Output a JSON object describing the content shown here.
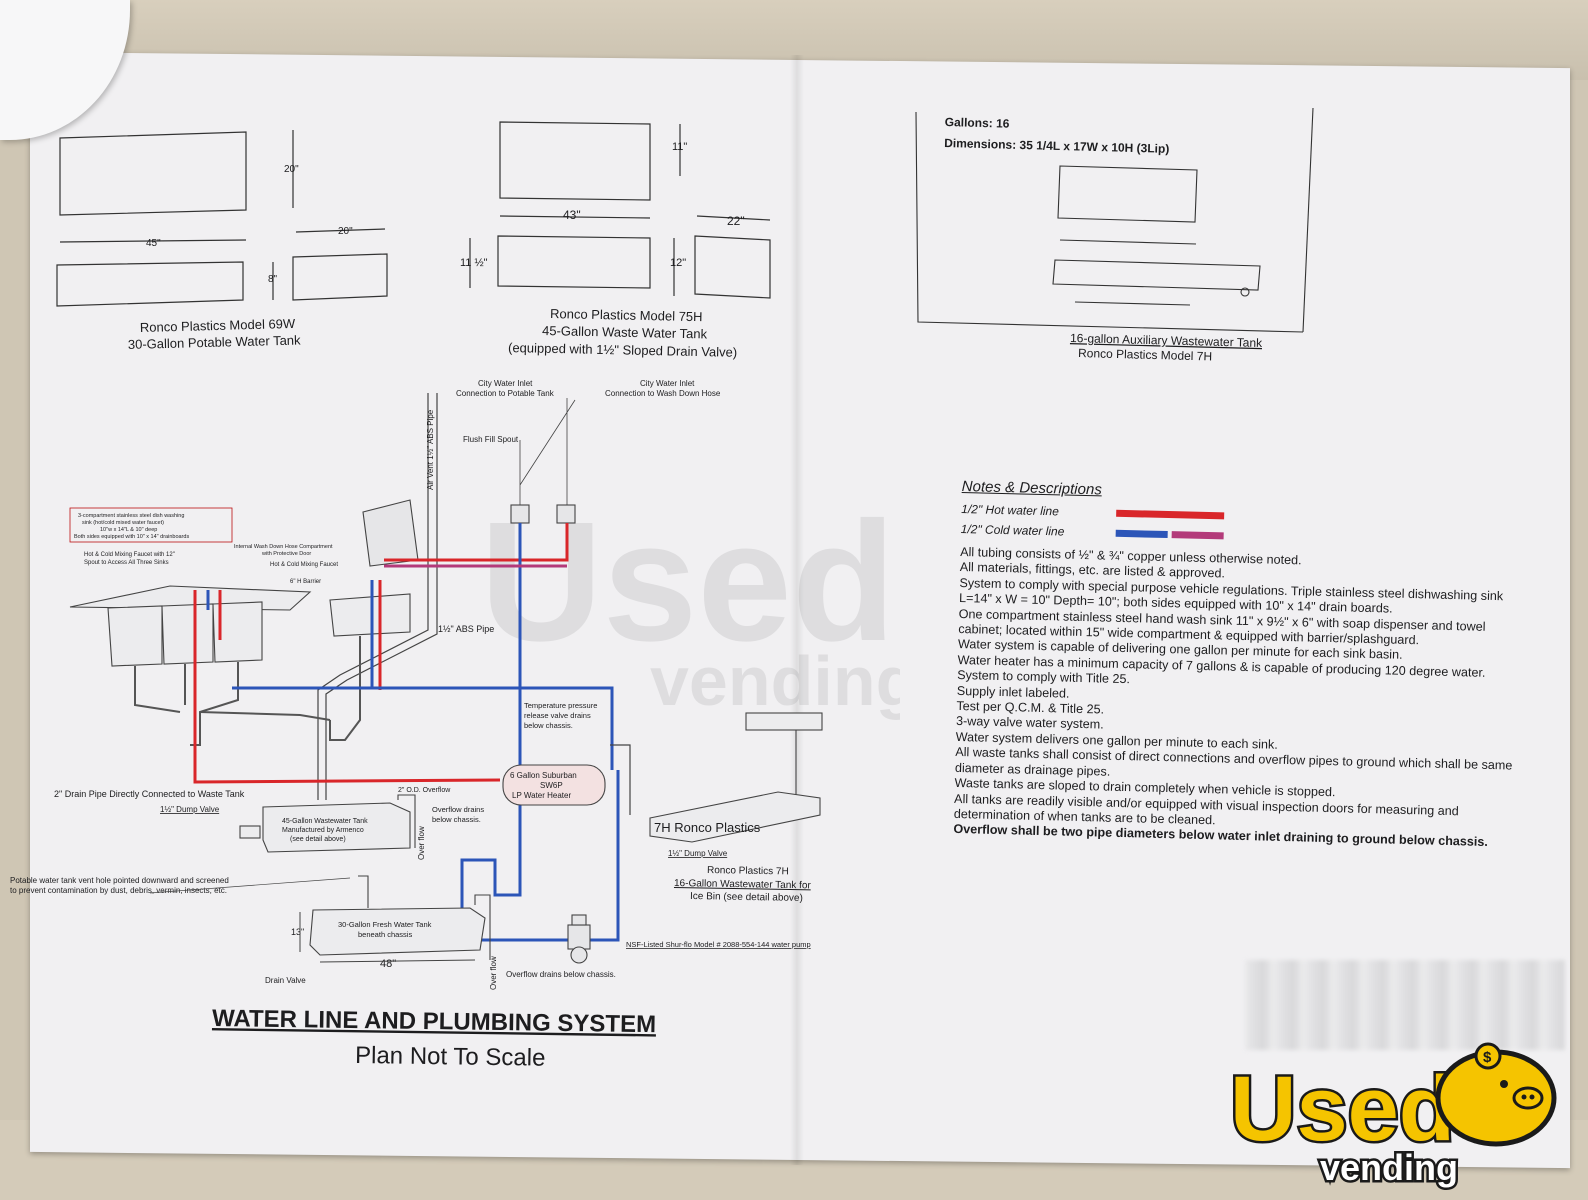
{
  "tanks": {
    "t69w": {
      "name": "Ronco Plastics Model 69W",
      "desc": "30-Gallon Potable Water Tank",
      "dim_h": "20\"",
      "dim_l": "45\"",
      "dim_w": "20\"",
      "dim_d": "8\""
    },
    "t75h": {
      "name": "Ronco Plastics Model 75H",
      "desc": "45-Gallon Waste Water Tank",
      "note": "(equipped with 1½\" Sloped Drain Valve)",
      "dim_a": "11\"",
      "dim_l": "43\"",
      "dim_w": "22\"",
      "dim_h1": "11 ½\"",
      "dim_h2": "12\""
    },
    "t7h": {
      "gallons": "Gallons: 16",
      "dimensions": "Dimensions: 35 1/4L x 17W x 10H (3Lip)",
      "desc": "16-gallon Auxiliary Wastewater Tank",
      "name": "Ronco Plastics Model 7H"
    }
  },
  "diagram": {
    "title": "WATER LINE AND PLUMBING SYSTEM",
    "subtitle": "Plan Not To Scale",
    "labels": {
      "air_vent": "Air Vent 1½\" ABS Pipe",
      "city_inlet_potable_1": "City Water Inlet",
      "city_inlet_potable_2": "Connection to Potable Tank",
      "city_inlet_wash_1": "City Water Inlet",
      "city_inlet_wash_2": "Connection to Wash Down Hose",
      "flush_fill": "Flush Fill Spout",
      "sink_note_1": "3-compartment stainless steel dish washing",
      "sink_note_2": "sink (hot/cold mixed water faucet)",
      "sink_note_3": "10\"w x 14\"L & 10\" deep",
      "sink_note_4": "Both sides equipped with 10\" x 14\" drainboards",
      "hose_comp_1": "Internal Wash Down Hose Compartment",
      "hose_comp_2": "with Protective Door",
      "faucet_1": "Hot & Cold Mixing Faucet with 12\"",
      "faucet_2": "Spout to Access All Three Sinks",
      "faucet_3": "Hot & Cold Mixing Faucet",
      "barrier": "6\" H Barrier",
      "abs_pipe": "1½\" ABS Pipe",
      "drain_pipe": "2\" Drain Pipe Directly Connected to Waste Tank",
      "od_overflow": "2\" O.D. Overflow",
      "dump_valve": "1½\" Dump Valve",
      "waste_tank_1": "45-Gallon Wastewater Tank",
      "waste_tank_2": "Manufactured by Armenco",
      "waste_tank_3": "(see detail above)",
      "overflow_drains_1": "Overflow drains",
      "overflow_drains_2": "below chassis.",
      "over_flow": "Over flow",
      "temp_valve_1": "Temperature pressure",
      "temp_valve_2": "release valve drains",
      "temp_valve_3": "below chassis.",
      "heater_1": "6 Gallon Suburban",
      "heater_2": "SW6P",
      "heater_3": "LP Water Heater",
      "vent_hole_1": "Potable water tank vent hole pointed downward and screened",
      "vent_hole_2": "to prevent contamination by dust, debris, vermin, insects, etc.",
      "fresh_tank_1": "30-Gallon Fresh Water Tank",
      "fresh_tank_2": "beneath chassis",
      "dim_13": "13\"",
      "dim_48": "48\"",
      "drain_valve": "Drain Valve",
      "over_flow_2": "Over flow",
      "overflow_below": "Overflow drains below chassis.",
      "pump": "NSF-Listed Shur-flo Model # 2088-554-144 water pump",
      "ice_bin_label": "7H Ronco Plastics",
      "ice_dump": "1½\" Dump Valve",
      "ice_tank_1": "Ronco Plastics 7H",
      "ice_tank_2": "16-Gallon Wastewater Tank for",
      "ice_tank_3": "Ice Bin (see detail above)"
    }
  },
  "notes": {
    "title": "Notes & Descriptions",
    "legend": [
      {
        "label": "1/2\" Hot water line",
        "colors": [
          "#d9262a"
        ]
      },
      {
        "label": "1/2\" Cold water line",
        "colors": [
          "#2c55b8",
          "#b33a7a"
        ]
      }
    ],
    "items": [
      "All tubing consists of ½\" & ¾\" copper unless otherwise noted.",
      "All materials, fittings, etc. are listed & approved.",
      "System to comply with special purpose vehicle regulations. Triple stainless steel dishwashing sink L=14\" x W = 10\" Depth= 10\"; both sides equipped with 10\" x 14\" drain boards.",
      "One compartment stainless steel hand wash sink 11\" x 9½\" x 6\" with soap dispenser and towel cabinet; located within 15\" wide compartment & equipped with barrier/splashguard.",
      "Water system is capable of delivering one gallon per minute for each sink basin.",
      "Water heater has a minimum capacity of 7 gallons & is capable of producing 120 degree water.",
      "System to comply with Title 25.",
      "Supply inlet labeled.",
      "Test per Q.C.M. & Title 25.",
      "3-way valve water system.",
      "Water system delivers one gallon per minute to each sink.",
      "All waste tanks shall consist of direct connections and overflow pipes to ground which shall be same diameter as drainage pipes.",
      "Waste tanks are sloped to drain completely when vehicle is stopped.",
      "All tanks are readily visible and/or equipped with visual inspection doors for measuring and determination of when tanks are to be cleaned."
    ],
    "bold_item": "Overflow shall be two pipe diameters below water inlet draining to ground below chassis."
  },
  "logo": {
    "word": "Used",
    "sub": "vending"
  },
  "colors": {
    "hot": "#d9262a",
    "cold": "#2c55b8",
    "mixed": "#b33a7a",
    "logo_yellow": "#f5c400"
  }
}
